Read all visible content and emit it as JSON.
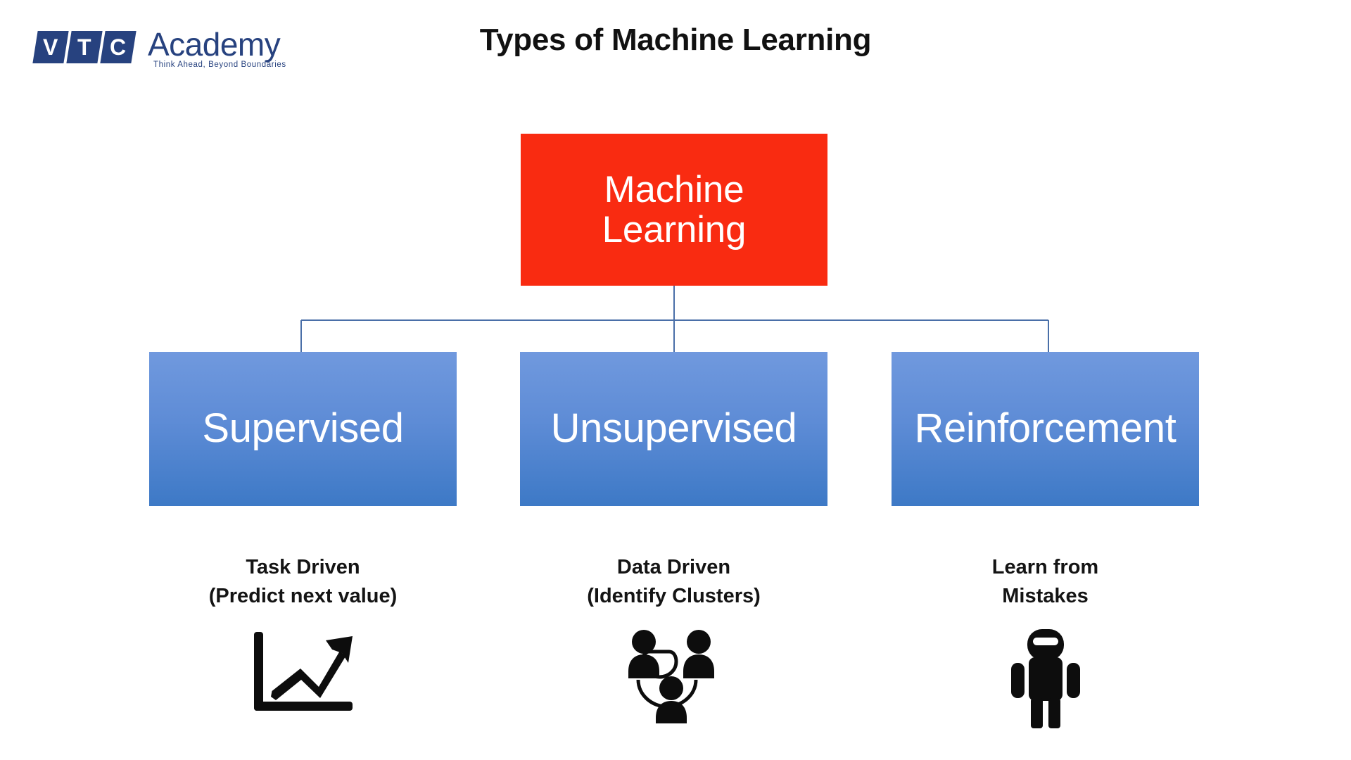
{
  "brand": {
    "tiles": [
      "V",
      "T",
      "C"
    ],
    "word": "Academy",
    "tagline": "Think Ahead, Beyond Boundaries",
    "color": "#27427F"
  },
  "slide": {
    "title": "Types of Machine Learning",
    "background": "#FFFFFF"
  },
  "diagram": {
    "root": {
      "label_line1": "Machine",
      "label_line2": "Learning",
      "color": "#F92B11",
      "text_color": "#FFFFFF"
    },
    "connector_color": "#4A6FA8",
    "children": [
      {
        "label": "Supervised",
        "caption_line1": "Task Driven",
        "caption_line2": "(Predict next value)",
        "icon": "trending-chart-icon",
        "color_top": "#7099DE",
        "color_bottom": "#3D79C6"
      },
      {
        "label": "Unsupervised",
        "caption_line1": "Data Driven",
        "caption_line2": "(Identify Clusters)",
        "icon": "people-network-icon",
        "color_top": "#7099DE",
        "color_bottom": "#3D79C6"
      },
      {
        "label": "Reinforcement",
        "caption_line1": "Learn from",
        "caption_line2": "Mistakes",
        "icon": "robot-icon",
        "color_top": "#7099DE",
        "color_bottom": "#3D79C6"
      }
    ]
  }
}
